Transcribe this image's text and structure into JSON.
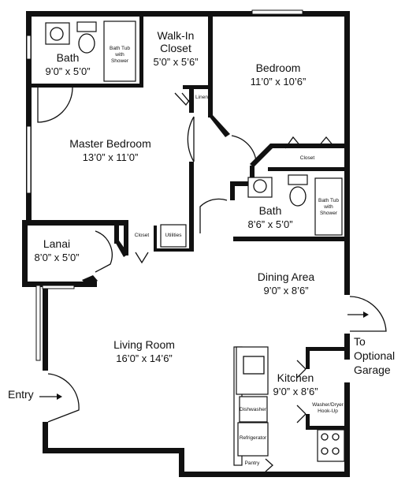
{
  "rooms": {
    "bath1": {
      "name": "Bath",
      "dims": "9’0” x 5’0”"
    },
    "walkin": {
      "name1": "Walk-In",
      "name2": "Closet",
      "dims": "5’0” x 5’6”"
    },
    "bedroom": {
      "name": "Bedroom",
      "dims": "11’0” x 10’6”"
    },
    "master": {
      "name": "Master Bedroom",
      "dims": "13’0” x 11’0”"
    },
    "bath2": {
      "name": "Bath",
      "dims": "8’6” x 5’0”"
    },
    "lanai": {
      "name": "Lanai",
      "dims": "8’0” x 5’0”"
    },
    "dining": {
      "name": "Dining Area",
      "dims": "9’0” x 8’6”"
    },
    "living": {
      "name": "Living Room",
      "dims": "16’0” x 14’6”"
    },
    "kitchen": {
      "name": "Kitchen",
      "dims": "9’0” x 8’6”"
    }
  },
  "fixtures": {
    "tub1": [
      "Bath Tub",
      "with",
      "Shower"
    ],
    "tub2": [
      "Bath Tub",
      "with",
      "Shower"
    ],
    "linen": "Linen",
    "closet_bedroom": "Closet",
    "closet_hall": "Closet",
    "utilities": "Utilities",
    "dishwasher": "Dishwasher",
    "refrigerator": "Refrigerator",
    "pantry": "Pantry",
    "washer_dryer": [
      "Washer/Dryer",
      "Hook-Up"
    ]
  },
  "labels": {
    "entry": "Entry",
    "garage": [
      "To",
      "Optional",
      "Garage"
    ]
  }
}
